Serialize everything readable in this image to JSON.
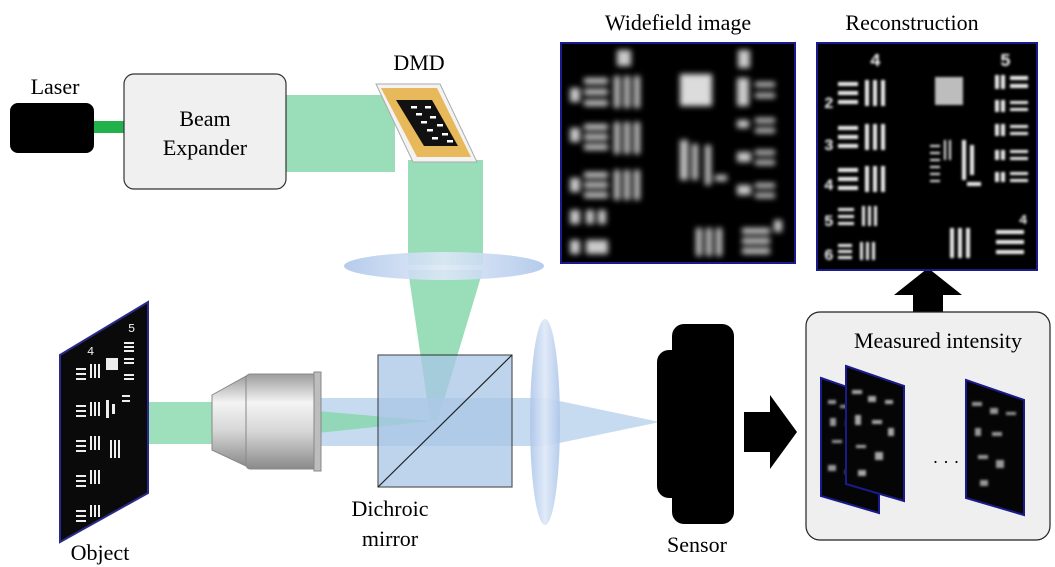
{
  "labels": {
    "laser": "Laser",
    "beam_expander_line1": "Beam",
    "beam_expander_line2": "Expander",
    "dmd": "DMD",
    "widefield": "Widefield image",
    "reconstruction": "Reconstruction",
    "measured_intensity": "Measured intensity",
    "sensor": "Sensor",
    "object": "Object",
    "dichroic_line1": "Dichroic",
    "dichroic_line2": "mirror",
    "ellipsis": "· · ·"
  },
  "target_digits": {
    "group_4": "4",
    "group_5": "5",
    "element_2": "2",
    "element_3": "3",
    "element_4": "4",
    "element_5": "5",
    "element_6": "6"
  },
  "colors": {
    "beam_green": "#7fd6a6",
    "beam_blue": "#b9d2ec",
    "laser_line": "#22b24c",
    "lens": "#c7d8f2",
    "dichroic": "#a9c6e6",
    "dmd_gold": "#e8b95a",
    "image_border": "#1a1a8c",
    "panel_bg": "#efefef"
  }
}
